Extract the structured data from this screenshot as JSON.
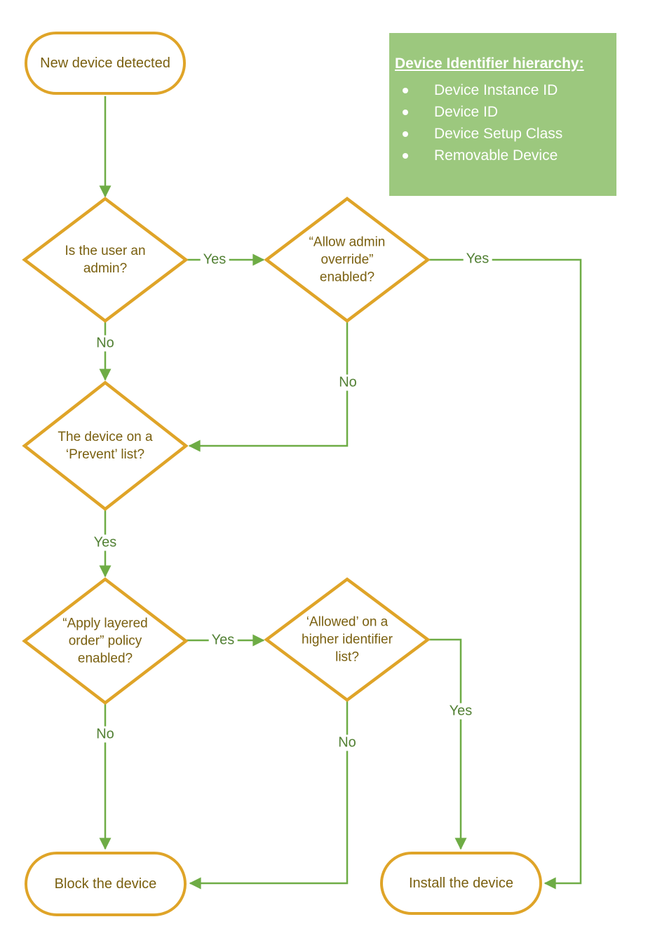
{
  "palette": {
    "node_border_orange": "#DFA428",
    "connector_green": "#6EAC45",
    "edge_label_green": "#538135",
    "node_text_brown": "#7A6010",
    "info_box_background": "#9CC87E",
    "info_box_text": "#FFFFFF",
    "page_background": "#FFFFFF"
  },
  "nodes": {
    "start": {
      "label": "New device detected"
    },
    "admin_check": {
      "label": "Is the user an\nadmin?"
    },
    "override_check": {
      "label": "“Allow admin\noverride”\nenabled?"
    },
    "prevent_check": {
      "label": "The device on a\n‘Prevent’ list?"
    },
    "layered_check": {
      "label": "“Apply layered\norder” policy\nenabled?"
    },
    "allowed_check": {
      "label": "‘Allowed’ on a\nhigher identifier\nlist?"
    },
    "block": {
      "label": "Block the device"
    },
    "install": {
      "label": "Install the device"
    }
  },
  "edge_labels": {
    "admin_yes": "Yes",
    "admin_no": "No",
    "override_yes": "Yes",
    "override_no": "No",
    "prevent_yes": "Yes",
    "layered_yes": "Yes",
    "layered_no": "No",
    "allowed_yes": "Yes",
    "allowed_no": "No"
  },
  "info_box": {
    "title": "Device Identifier hierarchy:",
    "items": [
      "Device Instance ID",
      "Device ID",
      "Device Setup Class",
      "Removable Device"
    ]
  }
}
